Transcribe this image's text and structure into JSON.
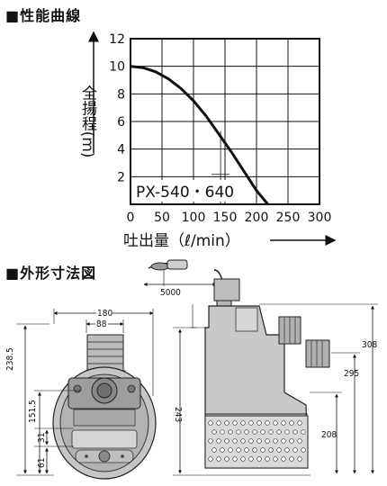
{
  "section1_title": "■性能曲線",
  "section2_title": "■外形寸法図",
  "chart_data": {
    "type": "line",
    "title": "",
    "xlabel": "吐出量（ℓ/min）",
    "ylabel": "全揚程(m)",
    "xlim": [
      0,
      300
    ],
    "ylim": [
      0,
      12
    ],
    "x_ticks": [
      0,
      50,
      100,
      150,
      200,
      250,
      300
    ],
    "y_ticks": [
      2,
      4,
      6,
      8,
      10,
      12
    ],
    "grid": true,
    "series": [
      {
        "name": "",
        "x": [
          0,
          20,
          40,
          60,
          80,
          100,
          120,
          140,
          160,
          180,
          200,
          218
        ],
        "y": [
          10,
          9.9,
          9.6,
          9.1,
          8.4,
          7.5,
          6.4,
          5.1,
          3.8,
          2.4,
          1.0,
          0
        ]
      }
    ],
    "annotations": [
      {
        "text": "PX-540・640"
      }
    ],
    "operating_point": {
      "x": 143,
      "y": 5.3
    }
  },
  "diagram": {
    "dims": {
      "d180": "180",
      "d88": "88",
      "d5000": "5000",
      "d238": "238.5",
      "d151": "151.5",
      "d31": "31",
      "d61": "61",
      "d243": "243",
      "d208": "208",
      "d295": "295",
      "d308": "308"
    }
  }
}
